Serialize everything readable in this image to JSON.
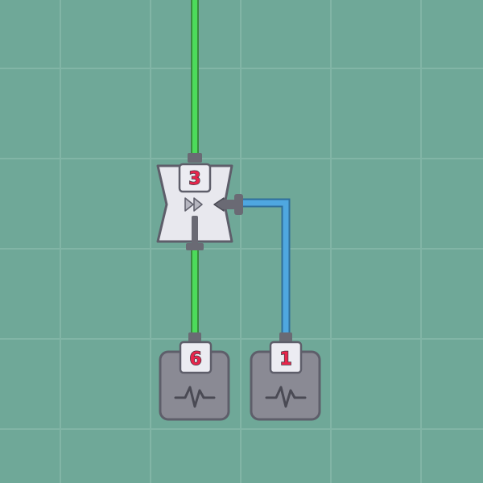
{
  "board": {
    "colors": {
      "background": "#6fa898",
      "grid": "#82b5a6",
      "wire_green": "#4cdb5a",
      "wire_blue": "#4fa7e0",
      "node_fill": "#e8e8ee",
      "node_outline": "#5e5e6a",
      "badge_text": "#e8254b",
      "sensor_fill": "#8a8a94"
    },
    "merger": {
      "label": "3",
      "icon": "fast-forward-icon"
    },
    "sensors": [
      {
        "label": "6",
        "icon": "pulse-icon"
      },
      {
        "label": "1",
        "icon": "pulse-icon"
      }
    ]
  }
}
